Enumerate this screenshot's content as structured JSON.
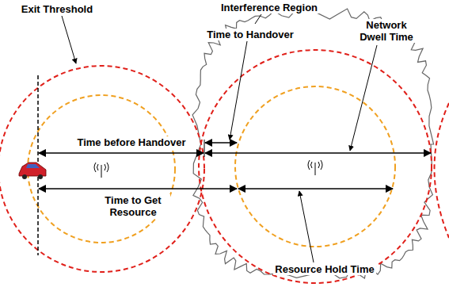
{
  "diagram": {
    "labels": [
      "Exit Threshold",
      "Interference Region",
      "Network Dwell Time",
      "Time to Handover",
      "Time before Handover",
      "Time to Get Resource",
      "Resource Hold Time"
    ]
  }
}
